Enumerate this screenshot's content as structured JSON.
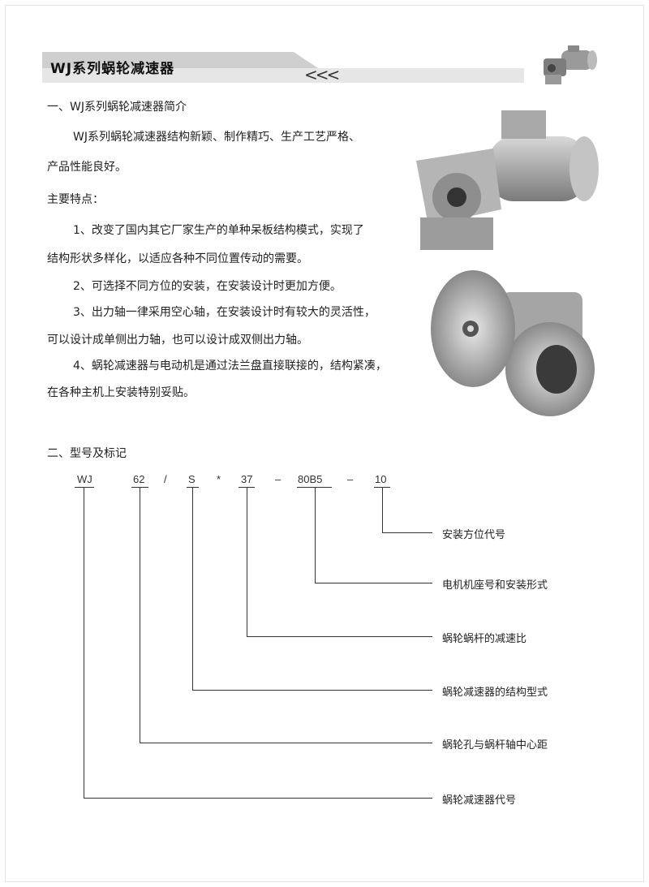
{
  "header": {
    "title": "WJ系列蜗轮减速器",
    "chevrons": "<<<"
  },
  "section1": {
    "heading": "一、WJ系列蜗轮减速器简介",
    "intro": [
      "WJ系列蜗轮减速器结构新颖、制作精巧、生产工艺严格、",
      "产品性能良好。"
    ],
    "features_heading": "主要特点：",
    "features": [
      [
        "1、改变了国内其它厂家生产的单种呆板结构模式，实现了",
        "结构形状多样化，以适应各种不同位置传动的需要。"
      ],
      [
        "2、可选择不同方位的安装，在安装设计时更加方便。"
      ],
      [
        "3、出力轴一律采用空心轴，在安装设计时有较大的灵活性，",
        "可以设计成单侧出力轴，也可以设计成双侧出力轴。"
      ],
      [
        "4、蜗轮减速器与电动机是通过法兰盘直接联接的，结构紧凑，",
        "在各种主机上安装特别妥贴。"
      ]
    ]
  },
  "section2": {
    "heading": "二、型号及标记",
    "code": {
      "wj": "WJ",
      "size": "62",
      "slash": "/",
      "type": "S",
      "star": "*",
      "ratio": "37",
      "dash1": "–",
      "motor": "80B5",
      "dash2": "–",
      "pos": "10"
    },
    "labels": {
      "pos": "安装方位代号",
      "motor": "电机机座号和安装形式",
      "ratio": "蜗轮蜗杆的减速比",
      "type": "蜗轮减速器的结构型式",
      "size": "蜗轮孔与蜗杆轴中心距",
      "wj": "蜗轮减速器代号"
    }
  }
}
